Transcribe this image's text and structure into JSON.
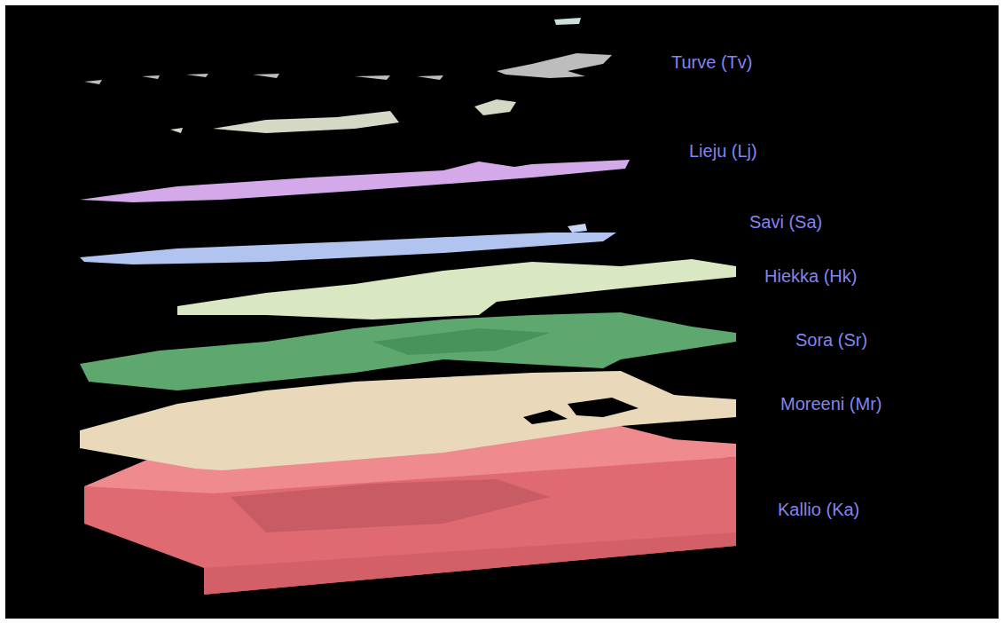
{
  "diagram": {
    "labels": [
      "Turve (Tv)",
      "Lieju (Lj)",
      "Savi (Sa)",
      "Hiekka (Hk)",
      "Sora (Sr)",
      "Moreeni (Mr)",
      "Kallio (Ka)"
    ]
  }
}
